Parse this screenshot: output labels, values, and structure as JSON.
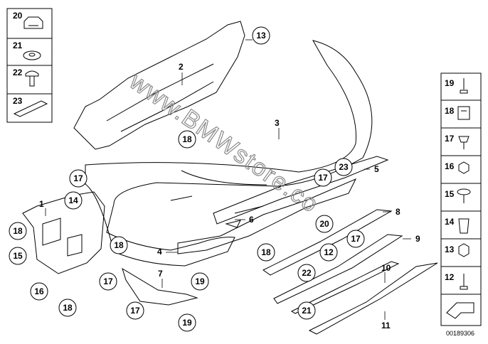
{
  "watermark": "www.BMWstore.co",
  "code": "00189306",
  "left_panel": [
    "20",
    "21",
    "22",
    "23"
  ],
  "right_panel": [
    "19",
    "18",
    "17",
    "16",
    "15",
    "14",
    "13",
    "12"
  ],
  "callouts": {
    "c13a": "13",
    "c18a": "18",
    "c17a": "17",
    "c14a": "14",
    "c18b": "18",
    "c15a": "15",
    "c16a": "16",
    "c18c": "18",
    "c18d": "18",
    "c17b": "17",
    "c17c": "17",
    "c19a": "19",
    "c19b": "19",
    "c18e": "18",
    "c20a": "20",
    "c12a": "12",
    "c17d": "17",
    "c17e": "17",
    "c23a": "23",
    "c22a": "22",
    "c21a": "21"
  },
  "plain_labels": {
    "p1": "1",
    "p2": "2",
    "p3": "3",
    "p4": "4",
    "p5": "5",
    "p6": "6",
    "p7": "7",
    "p8": "8",
    "p9": "9",
    "p10": "10",
    "p11": "11"
  }
}
